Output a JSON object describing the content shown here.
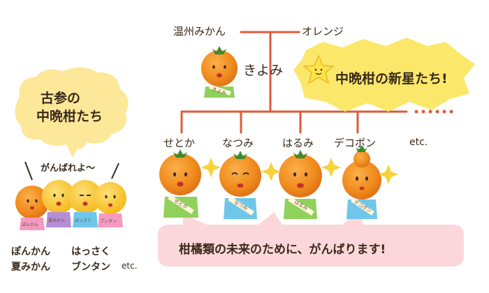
{
  "parents": {
    "left": "温州みかん",
    "right": "オレンジ"
  },
  "center": {
    "name": "きよみ",
    "sash": "きよみ"
  },
  "new_stars_bubble": "中晩柑の新星たち!",
  "old_bubble": {
    "line1": "古参の",
    "line2": "中晩柑たち"
  },
  "cheer": "がんばれよ〜",
  "children": [
    {
      "name": "せとか",
      "sash": "せとか"
    },
    {
      "name": "なつみ",
      "sash": "なつみ"
    },
    {
      "name": "はるみ",
      "sash": "はるみ"
    },
    {
      "name": "デコポン",
      "sash": "デコポン"
    }
  ],
  "etc_children": "etc.",
  "old_group": {
    "sashes": [
      "ぽんかん",
      "夏みかん",
      "はっさく",
      "ブンタン"
    ],
    "labels": {
      "row1_left": "ぽんかん",
      "row1_right": "はっさく",
      "row2_left": "夏みかん",
      "row2_right": "ブンタン",
      "etc": "etc."
    }
  },
  "bottom_banner": "柑橘類の未来のために、がんばります!",
  "colors": {
    "orange": "#f08a1c",
    "yellow_fruit": "#f9c928",
    "tree_line": "#e05a3a",
    "bubble_yellow": "#fbe86a",
    "banner_pink": "#fbd7dc",
    "sparkle": "#f7d33a",
    "leaf": "#3c8a2e"
  }
}
